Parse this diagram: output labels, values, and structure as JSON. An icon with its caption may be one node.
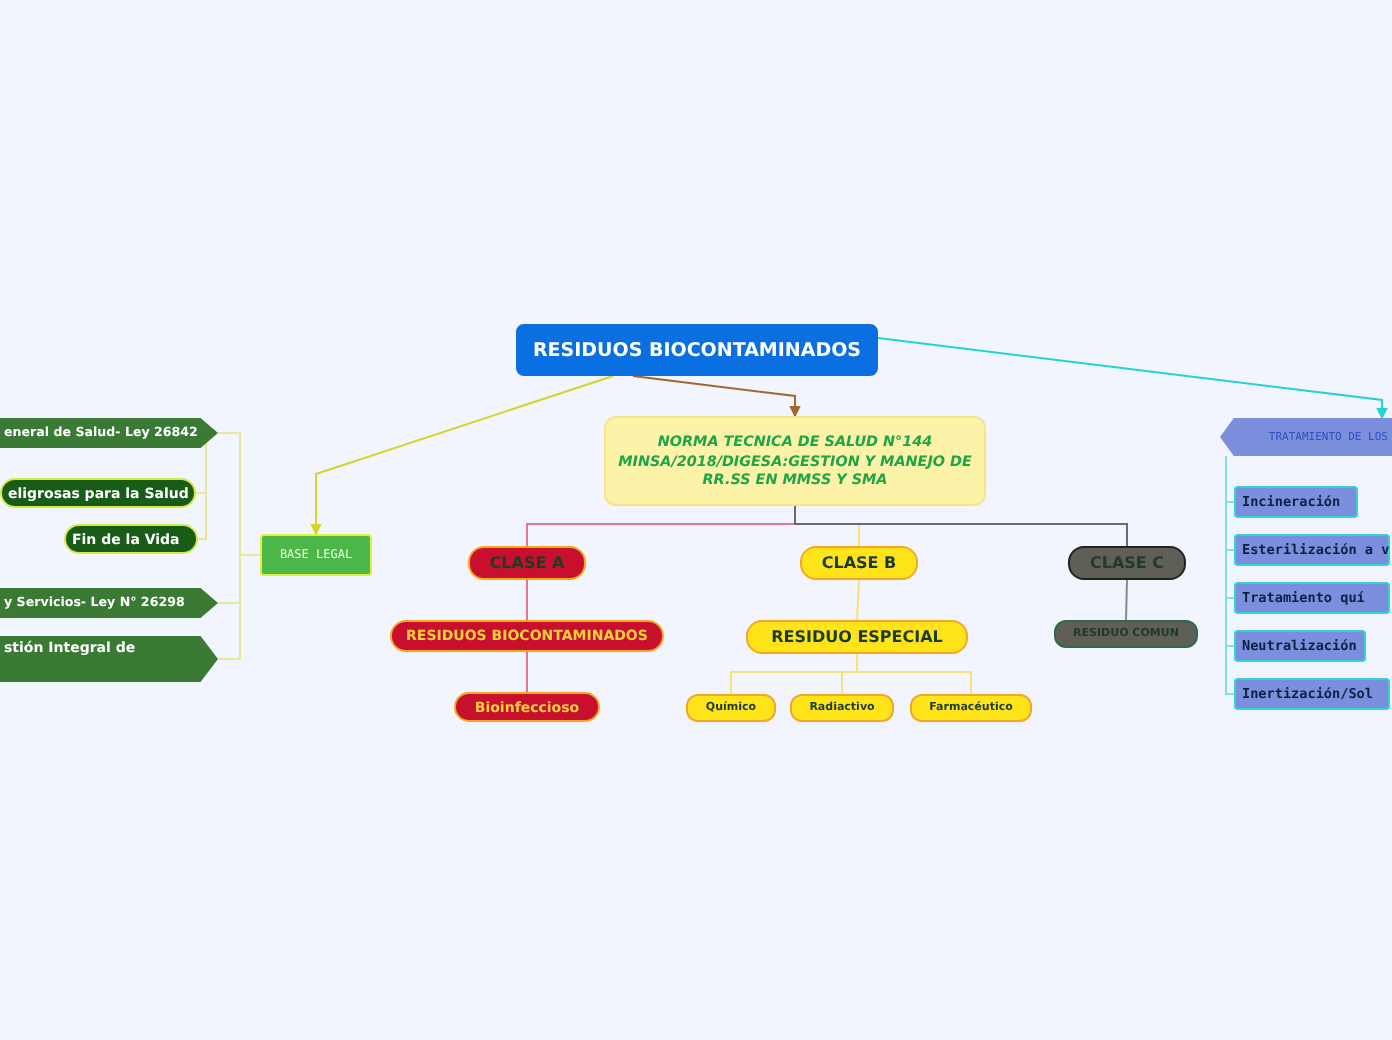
{
  "diagram": {
    "nodes": [
      {
        "text": [
          "RESIDUOS BIOCONTAMINADOS"
        ]
      },
      {
        "text": [
          "NORMA TECNICA DE SALUD N°144 MINSA/2018/DIGESA:GESTION Y MANEJO DE RR.SS EN MMSS Y SMA"
        ]
      },
      {
        "text": [
          "BASE LEGAL"
        ]
      },
      {
        "text": [
          "eneral de Salud- Ley 26842"
        ]
      },
      {
        "text": [
          "eligrosas para la Salud"
        ]
      },
      {
        "text": [
          "Fin de la Vida"
        ]
      },
      {
        "text": [
          "y Servicios- Ley N° 26298"
        ]
      },
      {
        "text": [
          "stión Integral de"
        ]
      },
      {
        "text": [
          "CLASE A"
        ]
      },
      {
        "text": [
          "RESIDUOS BIOCONTAMINADOS"
        ]
      },
      {
        "text": [
          "Bioinfeccioso"
        ]
      },
      {
        "text": [
          "CLASE B"
        ]
      },
      {
        "text": [
          "RESIDUO ESPECIAL"
        ]
      },
      {
        "text": [
          "Químico"
        ]
      },
      {
        "text": [
          "Radiactivo"
        ]
      },
      {
        "text": [
          "Farmacéutico"
        ]
      },
      {
        "text": [
          "CLASE C"
        ]
      },
      {
        "text": [
          "RESIDUO COMUN"
        ]
      },
      {
        "text": [
          "TRATAMIENTO DE LOS"
        ]
      },
      {
        "text": [
          "Incineración"
        ]
      },
      {
        "text": [
          "Esterilización a v"
        ]
      },
      {
        "text": [
          "Tratamiento quí"
        ]
      },
      {
        "text": [
          "Neutralización"
        ]
      },
      {
        "text": [
          "Inertización/Sol"
        ]
      }
    ],
    "edges": [
      {
        "from": 0,
        "to": 1,
        "arrow": "to",
        "color": "#a0692a"
      },
      {
        "from": 0,
        "to": 2,
        "arrow": "to",
        "color": "#d4d42a"
      },
      {
        "from": 0,
        "to": 18,
        "arrow": "to",
        "color": "#22d3d3"
      },
      {
        "from": 2,
        "to": 3,
        "arrow": "none",
        "color": "#e6e89a"
      },
      {
        "from": 3,
        "to": 4,
        "arrow": "none",
        "color": "#e6e89a"
      },
      {
        "from": 3,
        "to": 5,
        "arrow": "none",
        "color": "#e6e89a"
      },
      {
        "from": 2,
        "to": 6,
        "arrow": "none",
        "color": "#e6e89a"
      },
      {
        "from": 2,
        "to": 7,
        "arrow": "none",
        "color": "#e6e89a"
      },
      {
        "from": 1,
        "to": 8,
        "arrow": "none",
        "color": "#e07a90"
      },
      {
        "from": 1,
        "to": 11,
        "arrow": "none",
        "color": "#f5e27a"
      },
      {
        "from": 1,
        "to": 16,
        "arrow": "none",
        "color": "#6a6a6a"
      },
      {
        "from": 8,
        "to": 9,
        "arrow": "none",
        "color": "#e07a90"
      },
      {
        "from": 9,
        "to": 10,
        "arrow": "none",
        "color": "#e07a90"
      },
      {
        "from": 11,
        "to": 12,
        "arrow": "none",
        "color": "#f5e27a"
      },
      {
        "from": 12,
        "to": 13,
        "arrow": "none",
        "color": "#f5e27a"
      },
      {
        "from": 12,
        "to": 14,
        "arrow": "none",
        "color": "#f5e27a"
      },
      {
        "from": 12,
        "to": 15,
        "arrow": "none",
        "color": "#f5e27a"
      },
      {
        "from": 16,
        "to": 17,
        "arrow": "none",
        "color": "#8a8a8a"
      },
      {
        "from": 18,
        "to": 19,
        "arrow": "none",
        "color": "#7fe0e0"
      },
      {
        "from": 18,
        "to": 20,
        "arrow": "none",
        "color": "#7fe0e0"
      },
      {
        "from": 18,
        "to": 21,
        "arrow": "none",
        "color": "#7fe0e0"
      },
      {
        "from": 18,
        "to": 22,
        "arrow": "none",
        "color": "#7fe0e0"
      },
      {
        "from": 18,
        "to": 23,
        "arrow": "none",
        "color": "#7fe0e0"
      }
    ]
  }
}
